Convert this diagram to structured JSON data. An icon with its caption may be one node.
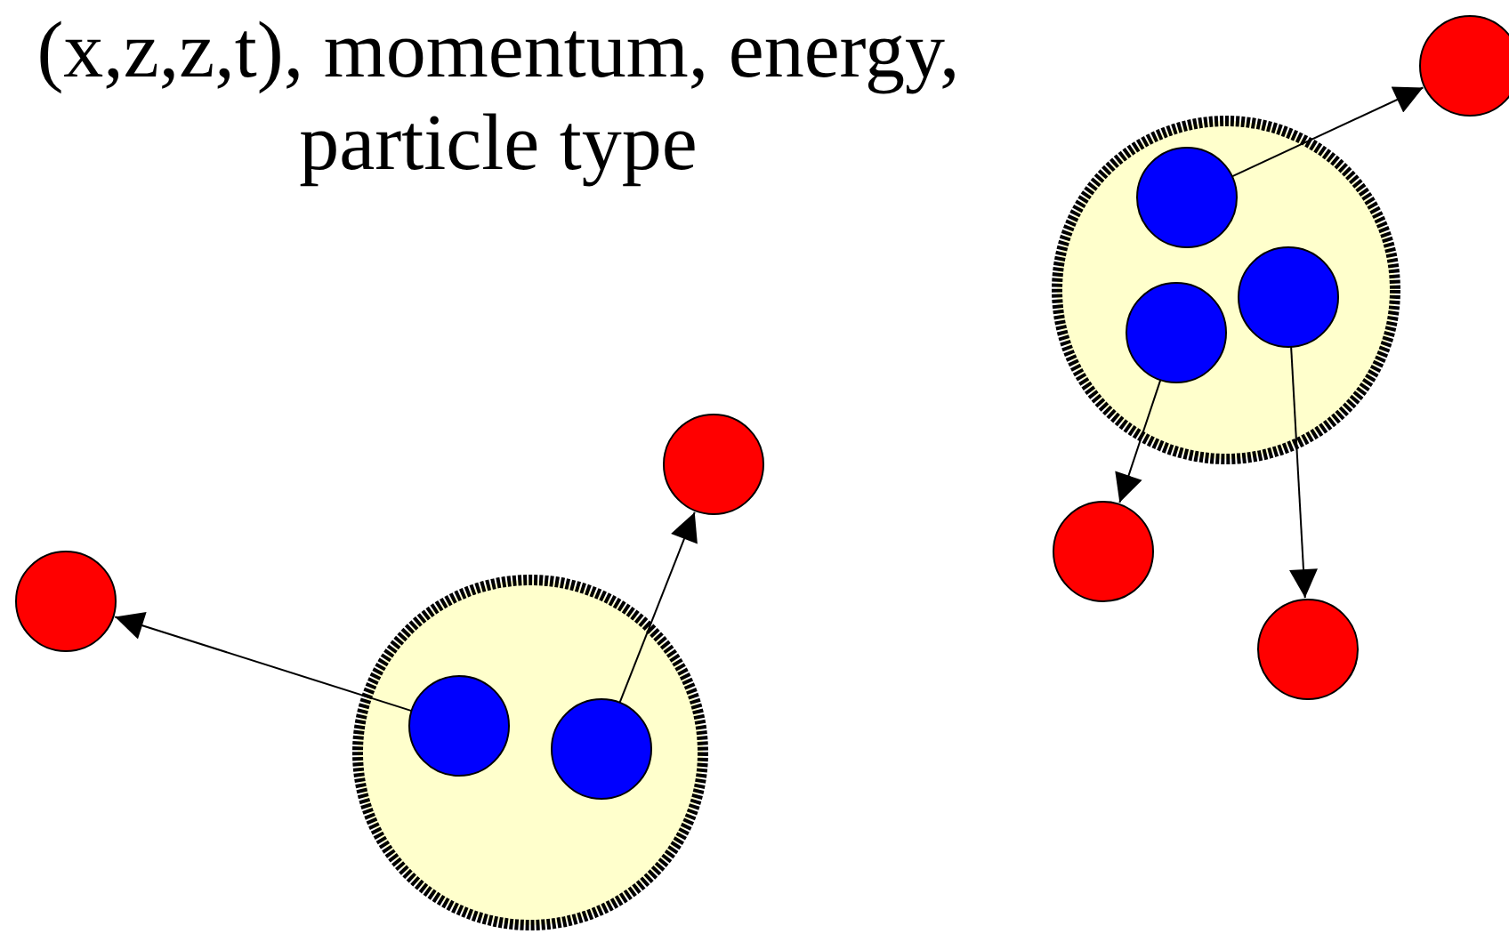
{
  "diagram": {
    "nodes": [
      {
        "text": [],
        "shape": "circle"
      },
      {
        "text": [],
        "shape": "circle",
        "in": 0
      },
      {
        "text": [],
        "shape": "circle",
        "in": 0
      },
      {
        "text": [],
        "shape": "circle",
        "in": 0
      },
      {
        "text": [],
        "shape": "circle"
      },
      {
        "text": [],
        "shape": "circle"
      },
      {
        "text": [],
        "shape": "circle"
      },
      {
        "text": [],
        "shape": "circle"
      },
      {
        "text": [],
        "shape": "circle",
        "in": 7
      },
      {
        "text": [],
        "shape": "circle",
        "in": 7
      },
      {
        "text": [],
        "shape": "circle"
      },
      {
        "text": [],
        "shape": "circle"
      }
    ],
    "edges": [
      {
        "from": 1,
        "to": 4,
        "arrow": "to"
      },
      {
        "from": 3,
        "to": 5,
        "arrow": "to"
      },
      {
        "from": 2,
        "to": 6,
        "arrow": "to"
      },
      {
        "from": 8,
        "to": 10,
        "arrow": "to"
      },
      {
        "from": 9,
        "to": 11,
        "arrow": "to"
      }
    ],
    "labels": [
      "(x,z,z,t), momentum, energy, particle type"
    ]
  }
}
